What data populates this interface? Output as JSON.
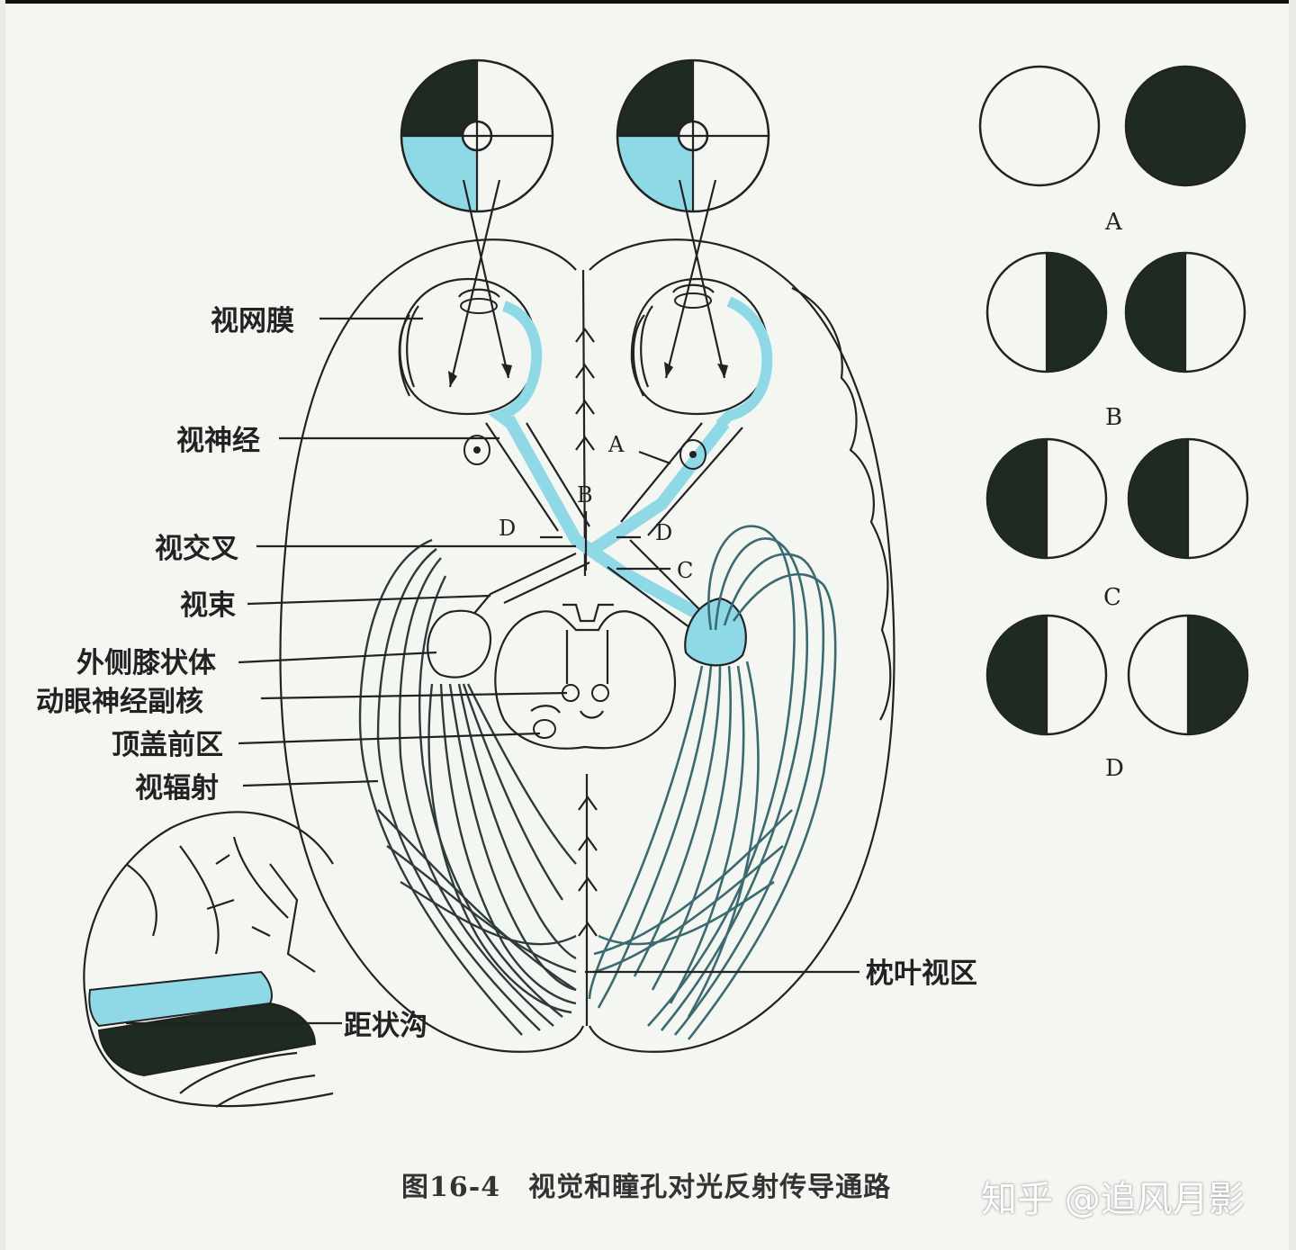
{
  "labels": {
    "retina": "视网膜",
    "optic_nerve": "视神经",
    "optic_chiasm": "视交叉",
    "optic_tract": "视束",
    "lateral_geniculate": "外侧膝状体",
    "oculomotor_accessory": "动眼神经副核",
    "pretectal": "顶盖前区",
    "optic_radiation": "视辐射",
    "occipital_visual": "枕叶视区",
    "calcarine": "距状沟"
  },
  "lesion_letters": {
    "a": "A",
    "b": "B",
    "c": "C",
    "d_left": "D",
    "d_right": "D"
  },
  "panels": [
    {
      "letter": "A",
      "left": "open",
      "right": "blind"
    },
    {
      "letter": "B",
      "left": "right-half-dark",
      "right": "left-half-dark"
    },
    {
      "letter": "C",
      "left": "left-half-dark",
      "right": "left-half-dark"
    },
    {
      "letter": "D",
      "left": "left-half-dark",
      "right": "right-half-dark"
    }
  ],
  "caption": "图16-4　视觉和瞳孔对光反射传导通路",
  "watermark": "知乎 @追风月影",
  "colors": {
    "blue": "#8fd8e6",
    "dark": "#1e2a22",
    "line": "#222222",
    "background": "#f4f6f1"
  }
}
